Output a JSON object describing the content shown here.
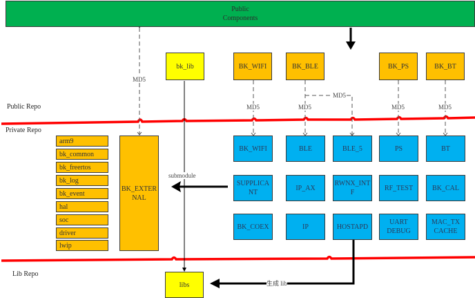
{
  "title": "Repository architecture diagram",
  "top_component": {
    "label": "Public\nComponents",
    "color": "#00b050"
  },
  "zones": {
    "public": "Public Repo",
    "private": "Private Repo",
    "lib": "Lib Repo"
  },
  "public_modules": [
    {
      "id": "bk_lib",
      "label": "bk_lib",
      "color": "#ffff00"
    },
    {
      "id": "bk_wifi_pub",
      "label": "BK_WIFI",
      "color": "#ffc000"
    },
    {
      "id": "bk_ble_pub",
      "label": "BK_BLE",
      "color": "#ffc000"
    },
    {
      "id": "bk_ps_pub",
      "label": "BK_PS",
      "color": "#ffc000"
    },
    {
      "id": "bk_bt_pub",
      "label": "BK_BT",
      "color": "#ffc000"
    }
  ],
  "private_modules": {
    "row1": [
      "BK_WIFI",
      "BLE",
      "BLE_5",
      "PS",
      "BT"
    ],
    "row2": [
      "SUPPLICA\nNT",
      "IP_AX",
      "RWNX_INT\nF",
      "RF_TEST",
      "BK_CAL"
    ],
    "row3": [
      "BK_COEX",
      "IP",
      "HOSTAPD",
      "UART\nDEBUG",
      "MAC_TX\nCACHE"
    ],
    "color": "#00b0f0"
  },
  "external": {
    "label": "BK_EXTER\nNAL",
    "submodules": [
      "arm9",
      "bk_common",
      "bk_freertos",
      "bk_log",
      "bk_event",
      "hal",
      "soc",
      "driver",
      "lwip"
    ]
  },
  "lib_box": {
    "label": "libs",
    "color": "#ffff00"
  },
  "edge_labels": {
    "md5": "MD5",
    "submodule": "submodule",
    "generate_lib": "生成 lib"
  },
  "colors": {
    "repo_divider": "#ff0000",
    "connector": "#000000",
    "dashed": "#555555"
  }
}
